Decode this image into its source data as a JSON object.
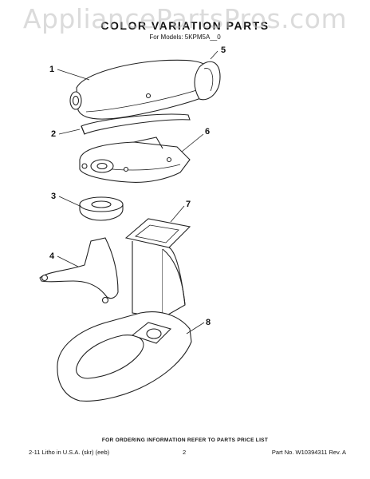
{
  "watermark": "AppliancePartsPros.com",
  "header": {
    "title": "COLOR VARIATION PARTS",
    "subtitle": "For Models: 5KPM5A__0"
  },
  "callouts": [
    {
      "label": "1",
      "part": "motor-housing"
    },
    {
      "label": "2",
      "part": "band"
    },
    {
      "label": "3",
      "part": "planetary-cover"
    },
    {
      "label": "4",
      "part": "bowl-support"
    },
    {
      "label": "5",
      "part": "rear-cover"
    },
    {
      "label": "6",
      "part": "gear-housing"
    },
    {
      "label": "7",
      "part": "pedestal"
    },
    {
      "label": "8",
      "part": "base"
    }
  ],
  "footer": {
    "note": "FOR ORDERING INFORMATION REFER TO PARTS PRICE LIST",
    "litho": "2-11 Litho in U.S.A. (skr) (eeb)",
    "page": "2",
    "part_no": "Part No. W10394311 Rev. A"
  }
}
